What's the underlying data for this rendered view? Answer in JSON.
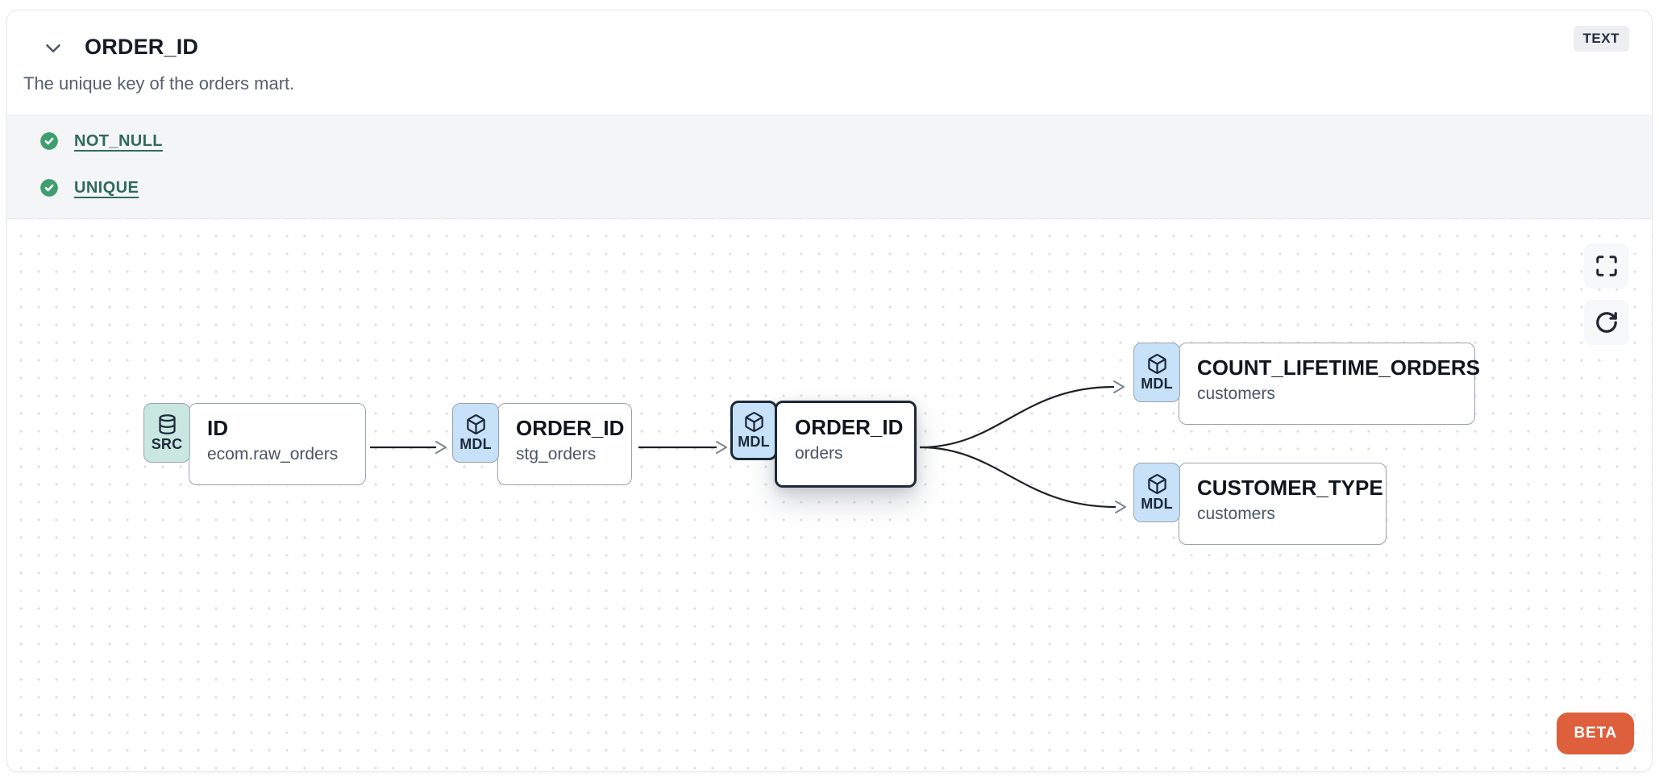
{
  "header": {
    "title": "ORDER_ID",
    "type_badge": "TEXT",
    "description": "The unique key of the orders mart."
  },
  "tests": [
    {
      "label": "NOT_NULL",
      "status": "passed"
    },
    {
      "label": "UNIQUE",
      "status": "passed"
    }
  ],
  "lineage": {
    "nodes": [
      {
        "badge": "SRC",
        "icon": "database-icon",
        "title": "ID",
        "subtitle": "ecom.raw_orders",
        "selected": false
      },
      {
        "badge": "MDL",
        "icon": "cube-icon",
        "title": "ORDER_ID",
        "subtitle": "stg_orders",
        "selected": false
      },
      {
        "badge": "MDL",
        "icon": "cube-icon",
        "title": "ORDER_ID",
        "subtitle": "orders",
        "selected": true
      },
      {
        "badge": "MDL",
        "icon": "cube-icon",
        "title": "COUNT_LIFETIME_ORDERS",
        "subtitle": "customers",
        "selected": false
      },
      {
        "badge": "MDL",
        "icon": "cube-icon",
        "title": "CUSTOMER_TYPE",
        "subtitle": "customers",
        "selected": false
      }
    ],
    "edges": [
      {
        "from": "ecom.raw_orders.ID",
        "to": "stg_orders.ORDER_ID"
      },
      {
        "from": "stg_orders.ORDER_ID",
        "to": "orders.ORDER_ID"
      },
      {
        "from": "orders.ORDER_ID",
        "to": "customers.COUNT_LIFETIME_ORDERS"
      },
      {
        "from": "orders.ORDER_ID",
        "to": "customers.CUSTOMER_TYPE"
      }
    ],
    "beta_label": "BETA"
  },
  "colors": {
    "src_badge_bg": "#c9e7e1",
    "mdl_badge_bg": "#c6e1f8",
    "selected_border": "#1d2938",
    "node_border": "#9aa3ae",
    "test_pass_green": "#3f9e6e",
    "test_link": "#2f6a5e",
    "beta_orange": "#dd5f3c",
    "type_badge_bg": "#eceef2"
  }
}
